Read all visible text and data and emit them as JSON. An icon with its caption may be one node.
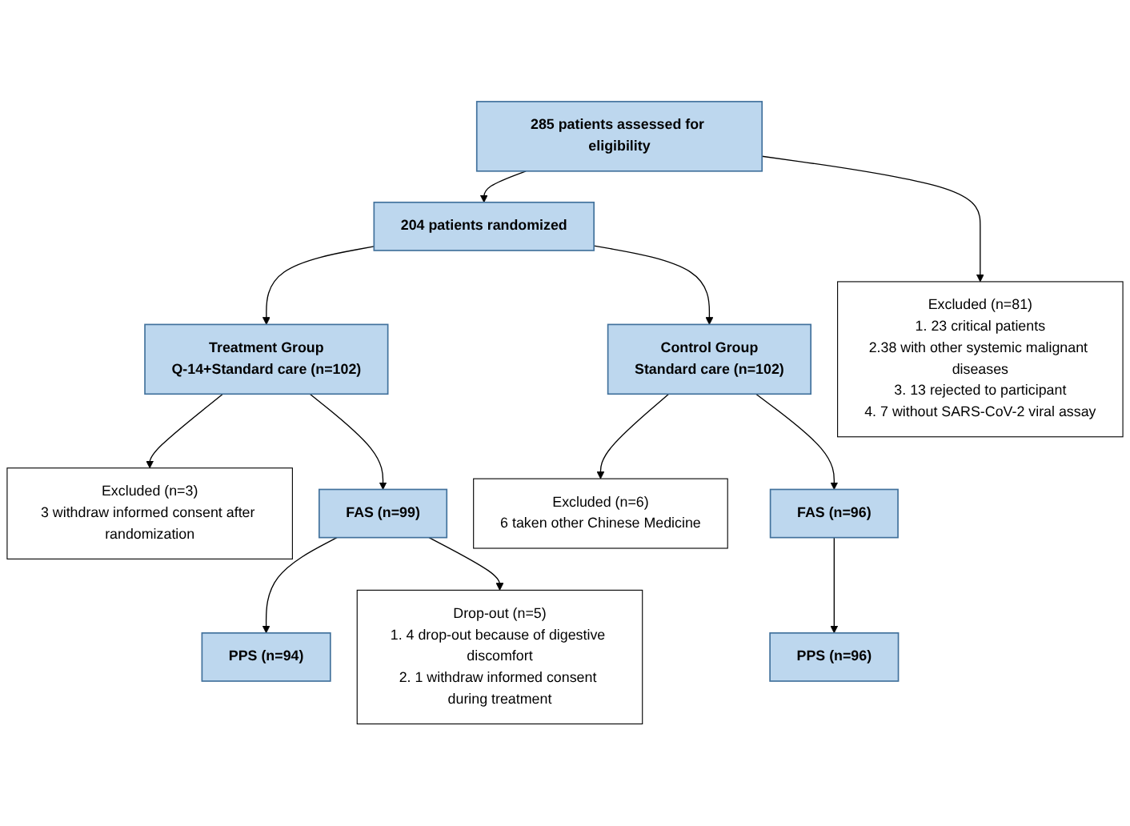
{
  "diagram": {
    "nodes": [
      {
        "text": [
          "285 patients assessed for eligibility"
        ]
      },
      {
        "text": [
          "Excluded (n=81)",
          "1. 23 critical patients",
          "2.38 with other systemic malignant diseases",
          "3. 13 rejected to participant",
          "4. 7 without SARS-CoV-2 viral assay"
        ]
      },
      {
        "text": [
          "204 patients randomized"
        ]
      },
      {
        "text": [
          "Treatment Group",
          "Q-14+Standard care (n=102)"
        ]
      },
      {
        "text": [
          "Control Group",
          "Standard care (n=102)"
        ]
      },
      {
        "text": [
          "Excluded (n=3)",
          "3 withdraw informed consent after randomization"
        ]
      },
      {
        "text": [
          "Excluded (n=6)",
          "6 taken other Chinese Medicine"
        ]
      },
      {
        "text": [
          "FAS (n=99)"
        ]
      },
      {
        "text": [
          "PPS (n=94)"
        ]
      },
      {
        "text": [
          "PPS (n=96)"
        ]
      },
      {
        "text": [
          "FAS (n=96)"
        ]
      },
      {
        "text": [
          "Drop-out (n=5)",
          "1. 4 drop-out because of digestive discomfort",
          "2. 1 withdraw informed consent during treatment"
        ]
      }
    ],
    "edges": [
      {
        "from": 0,
        "to": 2,
        "arrow": "to"
      },
      {
        "from": 0,
        "to": 1,
        "arrow": "to"
      },
      {
        "from": 2,
        "to": 3,
        "arrow": "to"
      },
      {
        "from": 2,
        "to": 4,
        "arrow": "to"
      },
      {
        "from": 3,
        "to": 5,
        "arrow": "to"
      },
      {
        "from": 3,
        "to": 7,
        "arrow": "to"
      },
      {
        "from": 4,
        "to": 6,
        "arrow": "to"
      },
      {
        "from": 4,
        "to": 10,
        "arrow": "to"
      },
      {
        "from": 7,
        "to": 8,
        "arrow": "to"
      },
      {
        "from": 7,
        "to": 11,
        "arrow": "to"
      },
      {
        "from": 10,
        "to": 9,
        "arrow": "to"
      }
    ]
  }
}
